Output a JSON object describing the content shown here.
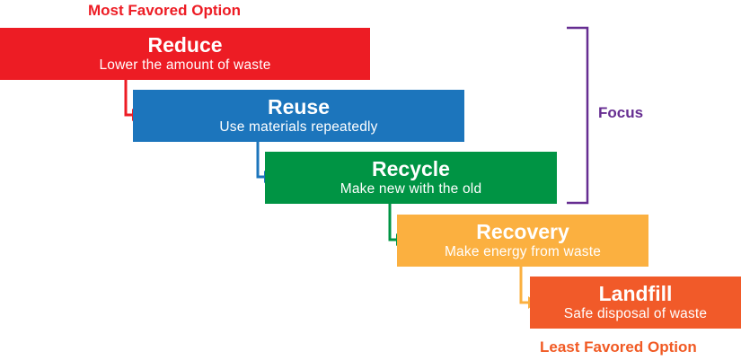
{
  "top_caption": "Most Favored Option",
  "bottom_caption": "Least Favored Option",
  "focus_label": "Focus",
  "steps": [
    {
      "title": "Reduce",
      "description": "Lower the amount of waste",
      "color": "#ed1c24"
    },
    {
      "title": "Reuse",
      "description": "Use materials repeatedly",
      "color": "#1c75bc"
    },
    {
      "title": "Recycle",
      "description": "Make new with the old",
      "color": "#009444"
    },
    {
      "title": "Recovery",
      "description": "Make energy from waste",
      "color": "#fbb040"
    },
    {
      "title": "Landfill",
      "description": "Safe disposal of waste",
      "color": "#f15a29"
    }
  ],
  "bracket_color": "#662d91"
}
